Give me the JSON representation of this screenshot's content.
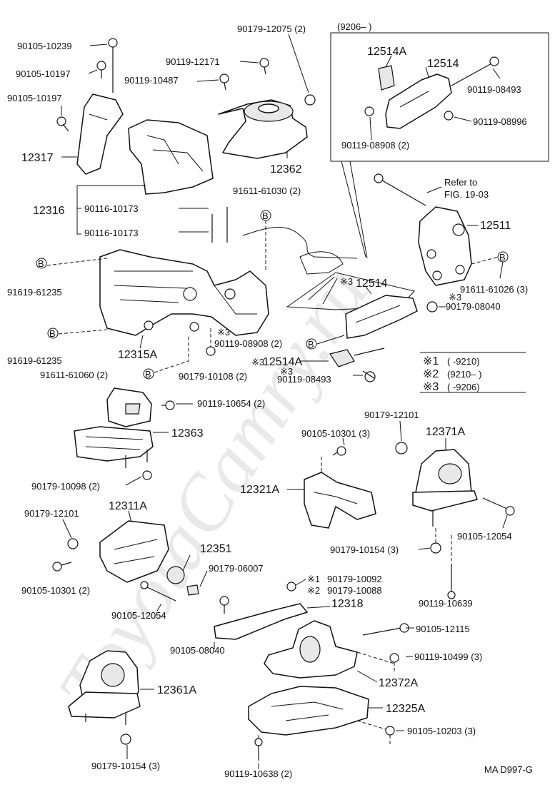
{
  "watermark": "ToyotaCamry.ru",
  "drawing_code": "MA D997-G",
  "inset_title": "(9206–        )",
  "refer_note": [
    "Refer to",
    "FIG. 19-03"
  ],
  "circled_b": "B",
  "legend": [
    {
      "mark": "※1",
      "range": "(        -9210)"
    },
    {
      "mark": "※2",
      "range": "(9210–        )"
    },
    {
      "mark": "※3",
      "range": "(        -9206)"
    }
  ],
  "labels": {
    "l_90105_10239": "90105-10239",
    "l_90105_10197a": "90105-10197",
    "l_90105_10197b": "90105-10197",
    "l_12317": "12317",
    "l_12316": "12316",
    "l_90116_10173a": "90116-10173",
    "l_90116_10173b": "90116-10173",
    "l_90179_12075": "90179-12075 (2)",
    "l_90119_12171": "90119-12171",
    "l_90119_10487": "90119-10487",
    "l_12362": "12362",
    "l_91611_61030": "91611-61030 (2)",
    "l_12514A_inset": "12514A",
    "l_12514_inset": "12514",
    "l_90119_08493_inset": "90119-08493",
    "l_90119_08996": "90119-08996",
    "l_90119_08908_inset": "90119-08908 (2)",
    "l_12511": "12511",
    "l_91611_61026": "91611-61026 (3)",
    "l_91619_61235a": "91619-61235",
    "l_91619_61235b": "91619-61235",
    "l_12315A": "12315A",
    "l_91611_61060": "91611-61060 (2)",
    "l_90179_10108": "90179-10108 (2)",
    "l_90119_08908": "90119-08908 (2)",
    "l_12514": "12514",
    "l_90179_08040": "90179-08040",
    "l_12514A": "12514A",
    "l_90119_08493": "90119-08493",
    "l_90119_10654": "90119-10654 (2)",
    "l_12363": "12363",
    "l_90179_10098": "90179-10098 (2)",
    "l_90179_12101a": "90179-12101",
    "l_90105_10301a": "90105-10301 (3)",
    "l_12371A": "12371A",
    "l_12321A": "12321A",
    "l_90105_12054a": "90105-12054",
    "l_90179_10154a": "90179-10154 (3)",
    "l_90119_10639": "90119-10639",
    "l_90179_12101b": "90179-12101",
    "l_12311A": "12311A",
    "l_12351": "12351",
    "l_90179_06007": "90179-06007",
    "l_90105_10301b": "90105-10301 (2)",
    "l_90105_12054b": "90105-12054",
    "l_90179_10092": "90179-10092",
    "l_90179_10088": "90179-10088",
    "l_12318": "12318",
    "l_90105_08040": "90105-08040",
    "l_90105_12115": "90105-12115",
    "l_90119_10499": "90119-10499 (3)",
    "l_12372A": "12372A",
    "l_12361A": "12361A",
    "l_12325A": "12325A",
    "l_90105_10203": "90105-10203 (3)",
    "l_90179_10154b": "90179-10154 (3)",
    "l_90119_10638": "90119-10638 (2)"
  },
  "marks": {
    "m3_12514": "※3",
    "m3_08908": "※3",
    "m3_12514A": "※3",
    "m3_08493": "※3",
    "m3_08040": "※3",
    "m1_10092": "※1",
    "m2_10088": "※2"
  }
}
